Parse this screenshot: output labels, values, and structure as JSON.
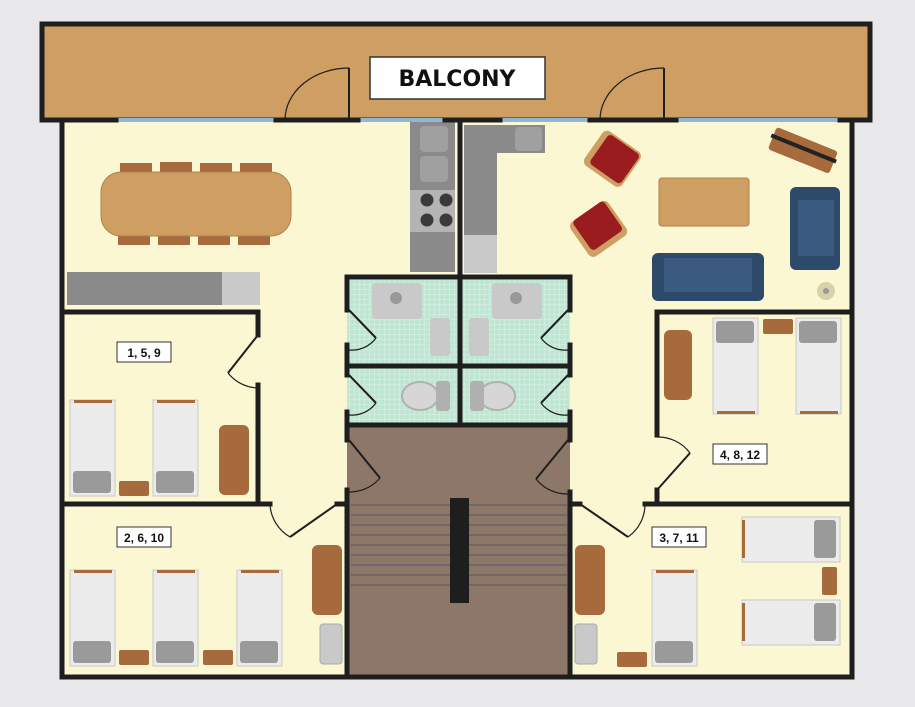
{
  "balcony": {
    "label": "BALCONY"
  },
  "rooms": [
    {
      "label": "1, 5, 9"
    },
    {
      "label": "2, 6, 10"
    },
    {
      "label": "3, 7, 11"
    },
    {
      "label": "4, 8, 12"
    }
  ],
  "colors": {
    "balcony": "#cf9e63",
    "floor": "#faf7d2",
    "bathroom": "#bfe6d3",
    "stairwell": "#8c7768",
    "wall": "#1e1e1e",
    "sofa": "#2d4a6b",
    "armchair": "#9b1c1f",
    "wood": "#a66a3c"
  }
}
